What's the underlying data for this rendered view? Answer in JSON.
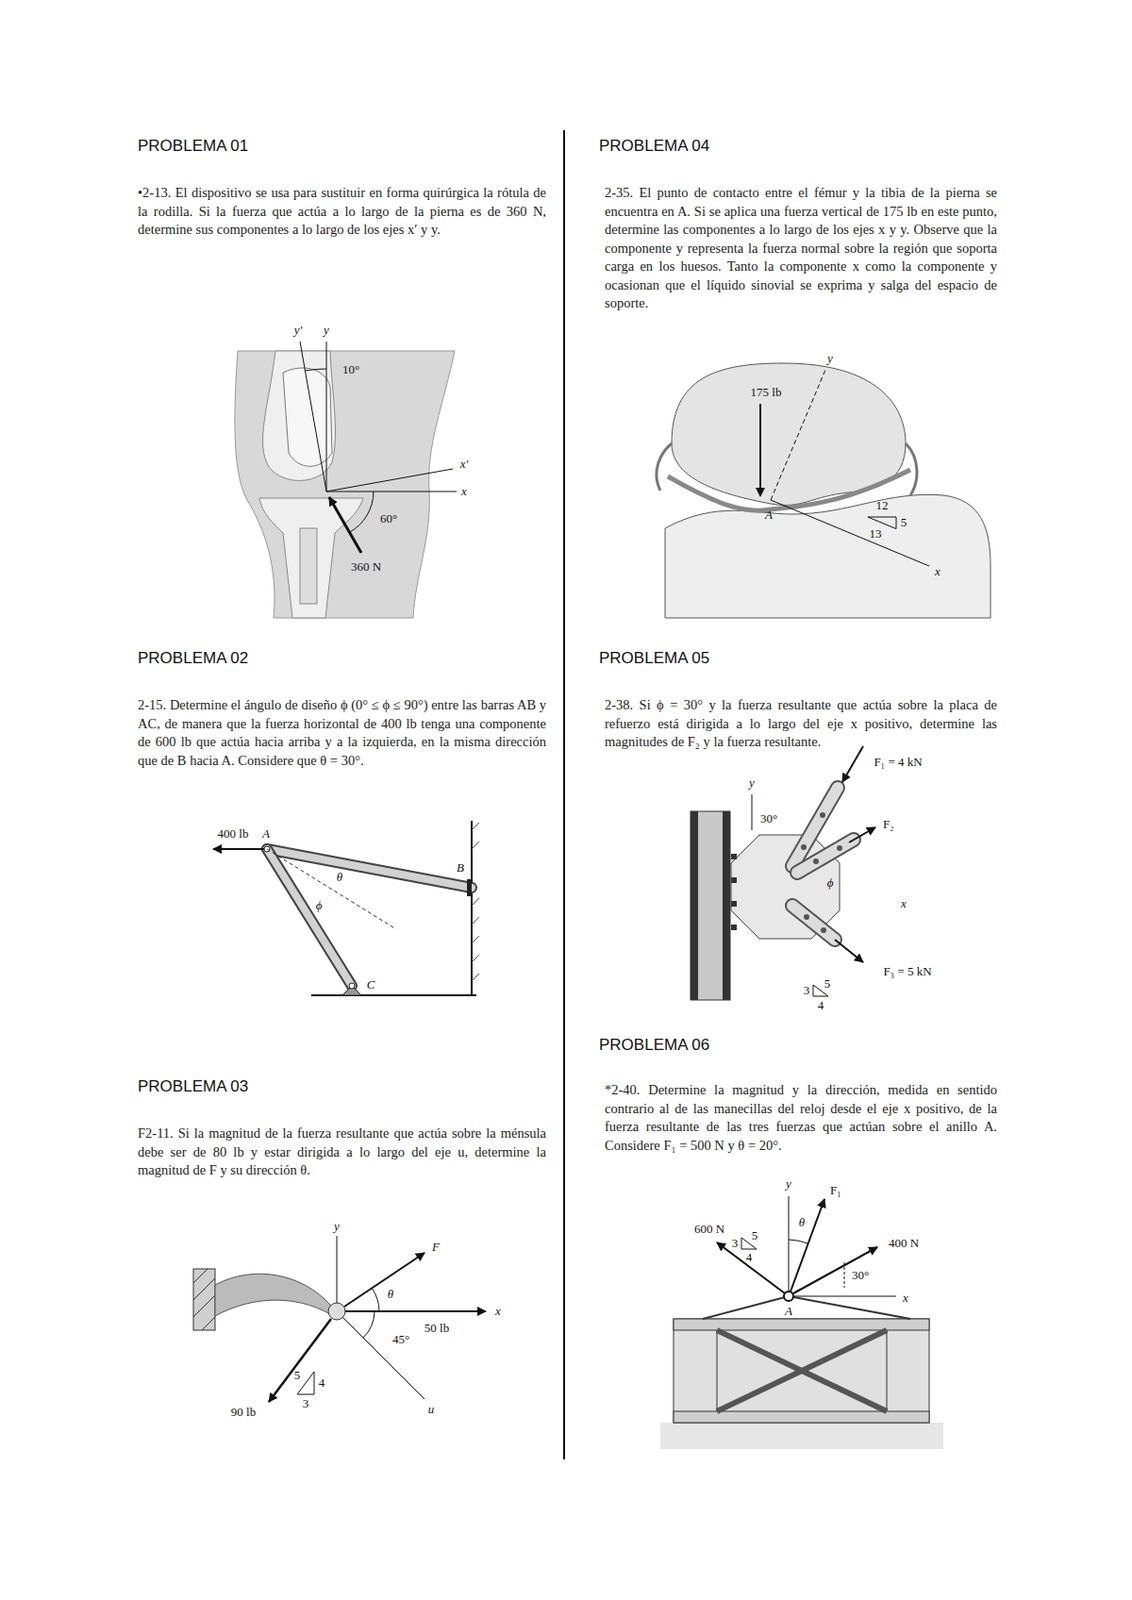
{
  "diagram": {
    "labels": [
      "PROBLEMA 01",
      "•2-13. El dispositivo se usa para sustituir en forma quirúrgica la rótula de la rodilla. Si la fuerza que actúa a lo largo de la pierna es de 360 N, determine sus componentes a lo largo de los ejes x′ y y.",
      "y′",
      "y",
      "10°",
      "x′",
      "x",
      "60°",
      "360 N",
      "PROBLEMA 02",
      "2-15. Determine el ángulo de diseño ϕ (0° ≤ ϕ ≤ 90°) entre las barras AB y AC, de manera que la fuerza horizontal de 400 lb tenga una componente de 600 lb que actúa hacia arriba y a la izquierda, en la misma dirección que de B hacia A. Considere que θ = 30°.",
      "400 lb",
      "A",
      "θ",
      "ϕ",
      "B",
      "C",
      "PROBLEMA 03",
      "F2-11. Si la magnitud de la fuerza resultante que actúa sobre la ménsula debe ser de 80 lb y estar dirigida a lo largo del eje u, determine la magnitud de F y su dirección θ.",
      "y",
      "F",
      "θ",
      "x",
      "45°",
      "50 lb",
      "5",
      "4",
      "3",
      "90 lb",
      "u",
      "PROBLEMA 04",
      "2-35. El punto de contacto entre el fémur y la tibia de la pierna se encuentra en A. Si se aplica una fuerza vertical de 175 lb en este punto, determine las componentes a lo largo de los ejes x y y. Observe que la componente y representa la fuerza normal sobre la región que soporta carga en los huesos. Tanto la componente x como la componente y ocasionan que el líquido sinovial se exprima y salga del espacio de soporte.",
      "y",
      "175 lb",
      "A",
      "12",
      "5",
      "13",
      "x",
      "PROBLEMA 05",
      "2-38. Si ϕ = 30° y la fuerza resultante que actúa sobre la placa de refuerzo está dirigida a lo largo del eje x positivo, determine las magnitudes de F₂ y la fuerza resultante.",
      "y",
      "F₁ = 4 kN",
      "30°",
      "F₂",
      "ϕ",
      "x",
      "3",
      "5",
      "4",
      "F₃ = 5 kN",
      "PROBLEMA 06",
      "*2-40. Determine la magnitud y la dirección, medida en sentido contrario al de las manecillas del reloj desde el eje x positivo, de la fuerza resultante de las tres fuerzas que actúan sobre el anillo A. Considere F₁ = 500 N y θ = 20°.",
      "y",
      "F₁",
      "θ",
      "600 N",
      "5",
      "3",
      "4",
      "400 N",
      "30°",
      "x",
      "A"
    ]
  }
}
